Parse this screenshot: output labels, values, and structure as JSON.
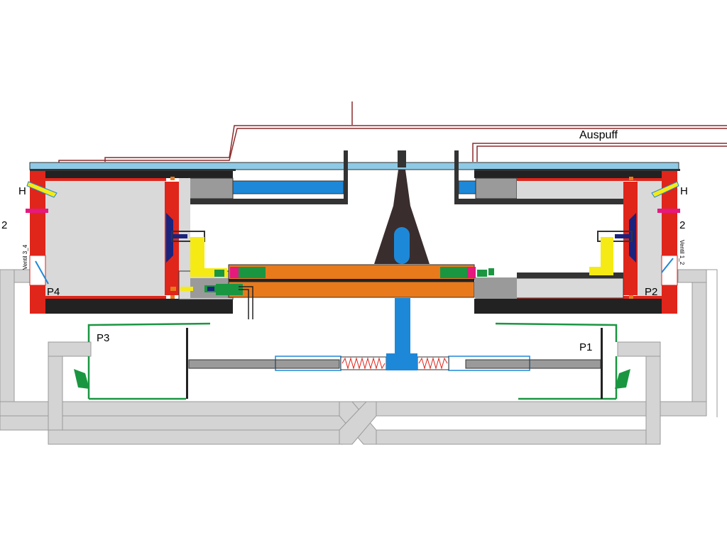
{
  "labels": {
    "exhaust": "Auspuff",
    "h_left": "H",
    "h_right": "H",
    "num_left": "2",
    "num_right": "2",
    "valve_left": "Ventil 3_4",
    "valve_right": "Ventil 1_2",
    "p1": "P1",
    "p2": "P2",
    "p3": "P3",
    "p4": "P4"
  },
  "colors": {
    "housing": "#e0251b",
    "chamber": "#d9d9d9",
    "plate": "#8ecae6",
    "dark": "#222222",
    "orange": "#e87a1c",
    "green": "#1a9641",
    "blue": "#1e88d8",
    "yellow": "#f5ea14",
    "navy": "#1a237e",
    "magenta": "#e6197e",
    "pipe": "#d4d4d4",
    "rod": "#9a9a9a",
    "exhaust_line": "#8b2a2a",
    "spring": "#e0251b"
  }
}
